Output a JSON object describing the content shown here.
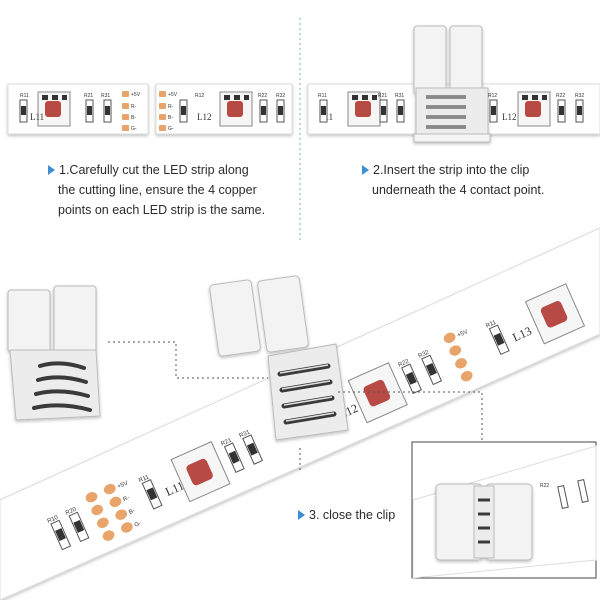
{
  "steps": [
    {
      "lines": [
        "1.Carefully cut the LED strip along",
        "the cutting line, ensure the 4 copper",
        "points on each LED strip is the same."
      ]
    },
    {
      "lines": [
        "2.Insert the strip into the clip",
        "underneath the 4 contact point."
      ]
    },
    {
      "lines": [
        "3. close the clip"
      ]
    }
  ],
  "strip_labels": {
    "led_a": "L11",
    "led_b": "L12",
    "led_c": "L13",
    "r11": "R11",
    "r21": "R21",
    "r31": "R31",
    "r12": "R12",
    "r22": "R22",
    "r32": "R32",
    "r10": "R10",
    "r20": "R20",
    "pin_5v": "+5V",
    "pin_r": "R-",
    "pin_b": "B-",
    "pin_g": "G-"
  },
  "colors": {
    "accent": "#3f8fd6",
    "strip": "#ffffff",
    "copper": "#e8a46a",
    "led_body": "#f2f2f2",
    "led_chip": "#b0403f"
  }
}
